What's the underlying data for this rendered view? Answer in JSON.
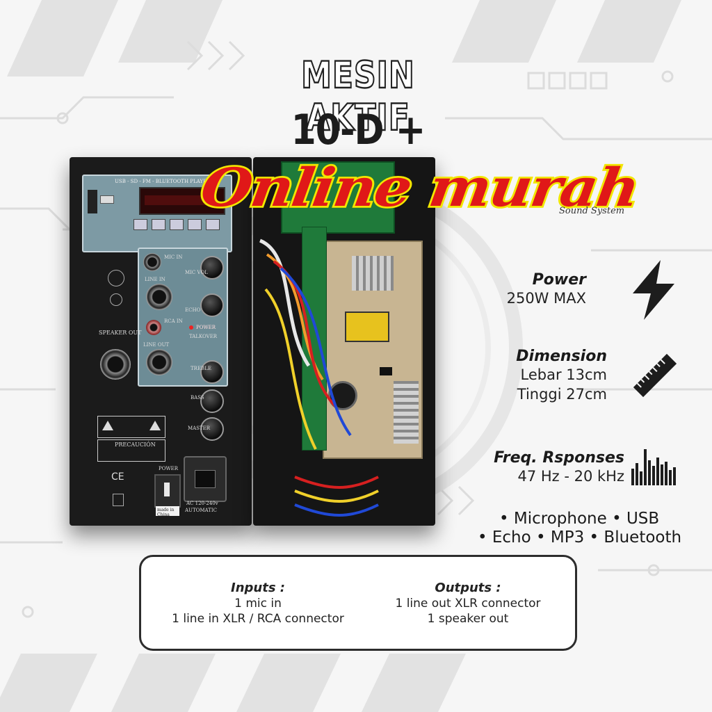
{
  "title_line1": "MESIN AKTIF",
  "title_line2": "10-D + USB",
  "watermark": "Online murah",
  "brand_partial": "Sound System",
  "player_label": "USB - SD - FM - BLUETOOTH PLAYER",
  "power_spec": {
    "heading": "Power",
    "value": "250W MAX"
  },
  "dimension_spec": {
    "heading": "Dimension",
    "width": "Lebar 13cm",
    "height": "Tinggi 27cm"
  },
  "freq_spec": {
    "heading": "Freq. Rsponses",
    "value": "47 Hz - 20 kHz"
  },
  "features_line1": "• Microphone • USB",
  "features_line2": "• Echo  • MP3 • Bluetooth",
  "inputs": {
    "heading": "Inputs :",
    "line1": "1 mic in",
    "line2": "1 line in XLR / RCA connector"
  },
  "outputs": {
    "heading": "Outputs :",
    "line1": "1 line out XLR connector",
    "line2": "1 speaker out"
  },
  "panel_labels": {
    "mic_in": "MIC IN",
    "line_in": "LINE IN",
    "rca_in": "RCA IN",
    "line_out": "LINE OUT",
    "speaker_out": "SPEAKER OUT",
    "power": "POWER",
    "precaucion": "PRECAUCIÓN",
    "ac": "AC 120-240v",
    "automatic": "AUTOMATIC",
    "made_in": "made in China",
    "ce": "CE",
    "mic_vol": "MIC VOL",
    "echo": "ECHO",
    "treble": "TREBLE",
    "bass": "BASS",
    "master": "MASTER",
    "talkover": "TALKOVER"
  },
  "colors": {
    "watermark_fill": "#e01818",
    "watermark_stroke": "#f2e600",
    "panel": "#1b1b1b",
    "control_plate": "#6d8c96"
  }
}
